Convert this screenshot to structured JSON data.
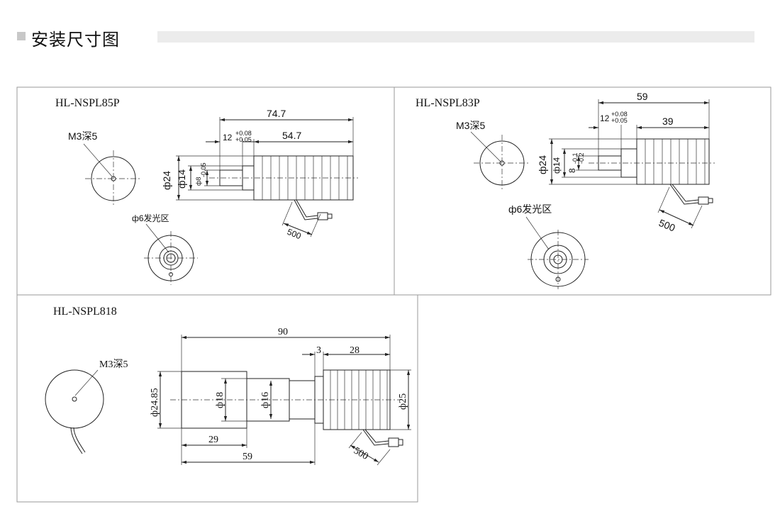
{
  "header": {
    "title": "安装尺寸图"
  },
  "panels": {
    "p85": {
      "model": "HL-NSPL85P",
      "m3": "M3深5",
      "emit": "ф6发光区",
      "dim_total": "74.7",
      "dim_heatsink": "54.7",
      "dim_small": "12",
      "tol_small_up": "+0.08",
      "tol_small_dn": "+0.05",
      "dia_outer": "ф24",
      "dia_inner": "ф14",
      "dia_8": "ф8",
      "tol_8": "-0.05",
      "cable": "500"
    },
    "p83": {
      "model": "HL-NSPL83P",
      "m3": "M3深5",
      "emit": "ф6发光区",
      "dim_total": "59",
      "dim_heatsink": "39",
      "dim_small": "12",
      "tol_small_up": "+0.08",
      "tol_small_dn": "+0.05",
      "dia_outer": "ф24",
      "dia_inner": "ф14",
      "dia_8": "8",
      "tol_8_up": "-0.1",
      "tol_8_dn": "-0.2",
      "cable": "500"
    },
    "p818": {
      "model": "HL-NSPL818",
      "m3": "M3深5",
      "dim_total": "90",
      "dim_gap": "3",
      "dim_heatsink": "28",
      "dim_29": "29",
      "dim_59": "59",
      "dia_2485": "ф24.85",
      "dia_18": "ф18",
      "dia_16": "ф16",
      "dia_25": "ф25",
      "cable": "500"
    }
  }
}
